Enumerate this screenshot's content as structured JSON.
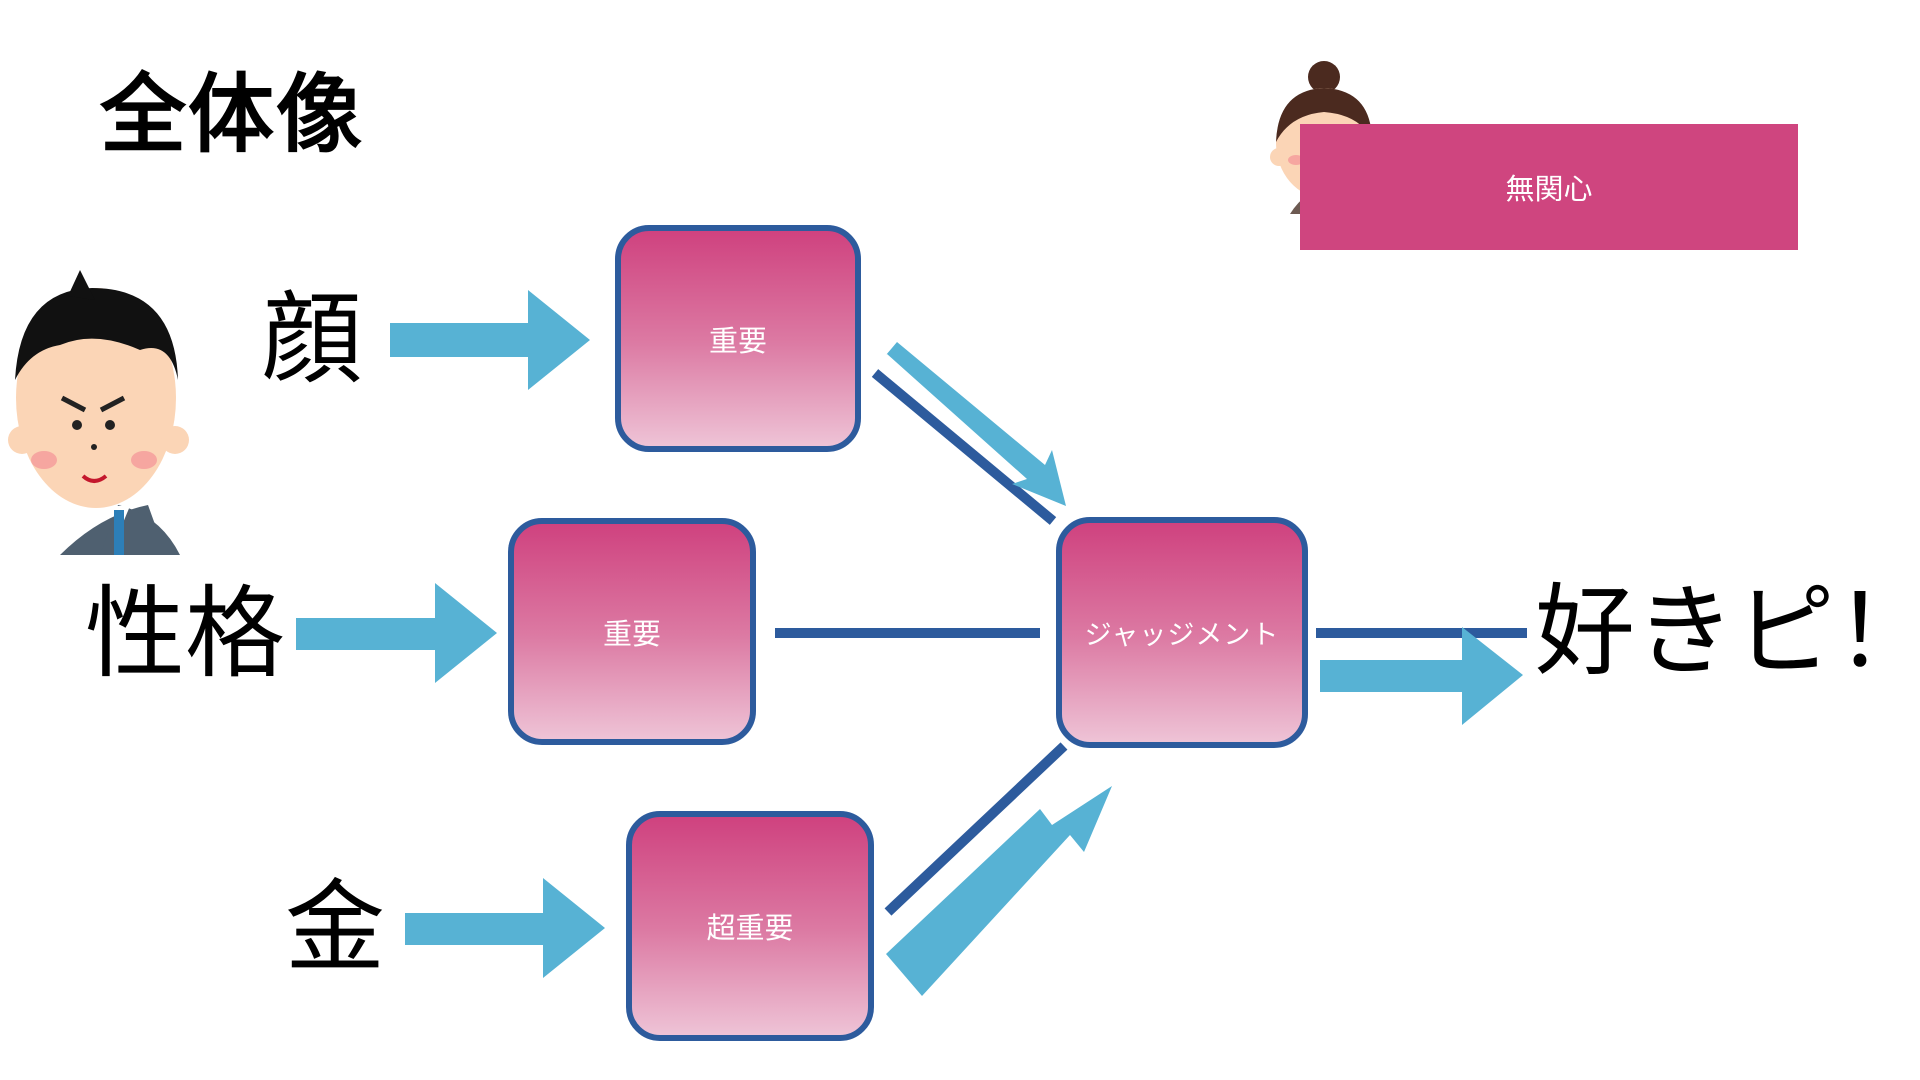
{
  "title": "全体像",
  "inputs": {
    "face": "顔",
    "personality": "性格",
    "money": "金"
  },
  "boxes": {
    "face": "重要",
    "personality": "重要",
    "money": "超重要",
    "judgement": "ジャッジメント"
  },
  "result": "好きピ！",
  "indifferent": "無関心",
  "colors": {
    "arrow": "#57b2d4",
    "line": "#2d5b9d",
    "box_top": "#cf427f",
    "box_bottom": "#eec3d6",
    "indifferent_bg": "#cf457f"
  }
}
